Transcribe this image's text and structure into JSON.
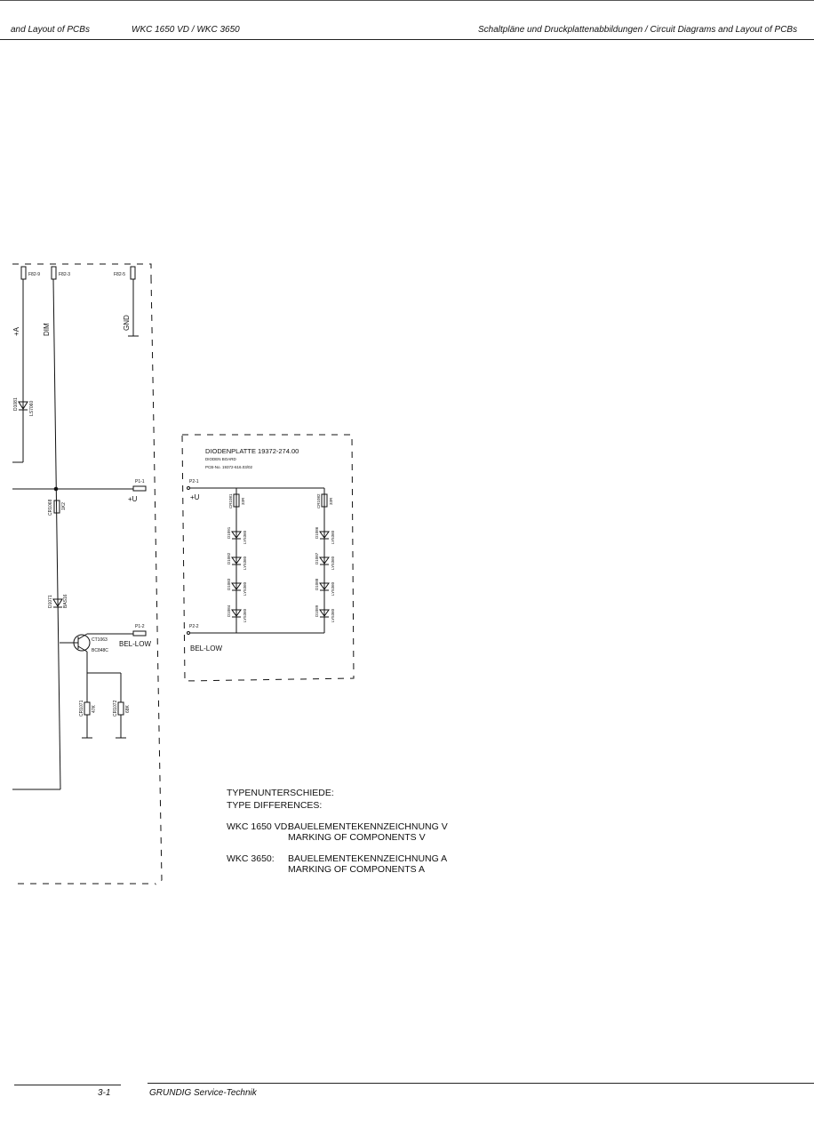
{
  "header": {
    "left": "and Layout of PCBs",
    "middle": "WKC 1650 VD / WKC 3650",
    "right": "Schaltpläne und Druckplattenabbildungen / Circuit Diagrams and Layout of PCBs"
  },
  "left_board": {
    "connectors": [
      "F82-9",
      "F82-3",
      "F82-5"
    ],
    "net_plus_a": "+A",
    "net_dim": "DIM",
    "net_gnd": "GND",
    "led_left": "D1081",
    "led_left_type": "LS7060",
    "pin_p1_1": "P1-1",
    "net_plus_u": "+U",
    "resistor_cr1068": "CR1068",
    "resistor_cr1068_value": "1K2",
    "diode_d1071": "D1071",
    "diode_d1071_type": "BAS16",
    "transistor": "CT1063",
    "transistor_type": "BC848C",
    "pin_p1_2": "P1-2",
    "net_bel_low": "BEL-LOW",
    "resistor_cr1071": "CR1071",
    "resistor_cr1071_value": "47K",
    "resistor_cr1072": "CR1072",
    "resistor_cr1072_value": "68K"
  },
  "diode_board": {
    "title": "DIODENPLATTE 19372-274.00",
    "subtitle": "DIODEN BOARD",
    "pcb_no": "PCB-No. 19372-616.03/02",
    "pin_p2_1": "P2-1",
    "net_plus_u": "+U",
    "pin_p2_2": "P2-2",
    "net_bel_low": "BEL-LOW",
    "resistor_left": "CR1081",
    "resistor_left_value": "33R",
    "resistor_right": "CR1082",
    "resistor_right_value": "33R",
    "leds_left": [
      "D1091",
      "D1082",
      "D1083",
      "D1084"
    ],
    "leds_right": [
      "D1086",
      "D1087",
      "D1088",
      "D1089"
    ],
    "led_type": "LY5360"
  },
  "notes": {
    "heading_de": "TYPENUNTERSCHIEDE:",
    "heading_en": "TYPE DIFFERENCES:",
    "row1_model": "WKC 1650 VD:",
    "row1_de": "BAUELEMENTEKENNZEICHNUNG V",
    "row1_en": "MARKING OF COMPONENTS V",
    "row2_model": "WKC 3650:",
    "row2_de": "BAUELEMENTEKENNZEICHNUNG A",
    "row2_en": "MARKING OF COMPONENTS A"
  },
  "footer": {
    "page": "3-1",
    "brand": "GRUNDIG Service-Technik"
  }
}
